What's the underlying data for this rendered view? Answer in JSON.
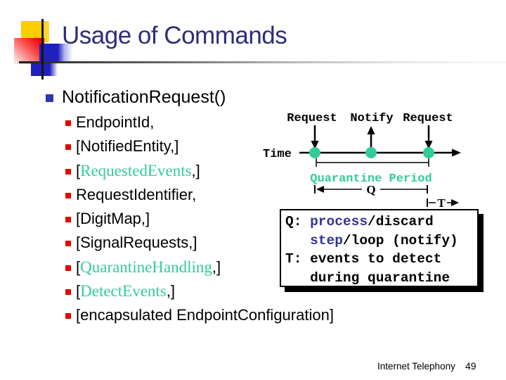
{
  "slide": {
    "title": "Usage of Commands",
    "footer_text": "Internet Telephony",
    "page_number": "49"
  },
  "colors": {
    "title_navy": "#2D2D78",
    "bullet_blue": "#3333B2",
    "bullet_red": "#E80000",
    "teal": "#33CC99",
    "keyword_navy": "#333399"
  },
  "list": {
    "heading": "NotificationRequest()",
    "items": [
      {
        "before": "EndpointId,",
        "teal": "",
        "after": ""
      },
      {
        "before": "[NotifiedEntity,]",
        "teal": "",
        "after": ""
      },
      {
        "before": "[",
        "teal": "RequestedEvents",
        "after": ",]"
      },
      {
        "before": "RequestIdentifier,",
        "teal": "",
        "after": ""
      },
      {
        "before": "[DigitMap,]",
        "teal": "",
        "after": ""
      },
      {
        "before": "[SignalRequests,]",
        "teal": "",
        "after": ""
      },
      {
        "before": "[",
        "teal": "QuarantineHandling",
        "after": ",]"
      },
      {
        "before": "[",
        "teal": "DetectEvents",
        "after": ",]"
      },
      {
        "before": "[encapsulated EndpointConfiguration]",
        "teal": "",
        "after": ""
      }
    ]
  },
  "diagram": {
    "labels": {
      "request1": "Request",
      "notify": "Notify",
      "request2": "Request",
      "time": "Time",
      "quarantine_period": "Quarantine Period",
      "q": "Q",
      "t": "T"
    },
    "legend_lines": [
      {
        "pre": "Q: ",
        "em": "process",
        "post": "/discard"
      },
      {
        "pre": "   ",
        "em": "step",
        "post": "/loop (notify)"
      },
      {
        "pre": "T: ",
        "em": "",
        "post": "events to detect"
      },
      {
        "pre": "   ",
        "em": "",
        "post": "during quarantine"
      }
    ]
  }
}
